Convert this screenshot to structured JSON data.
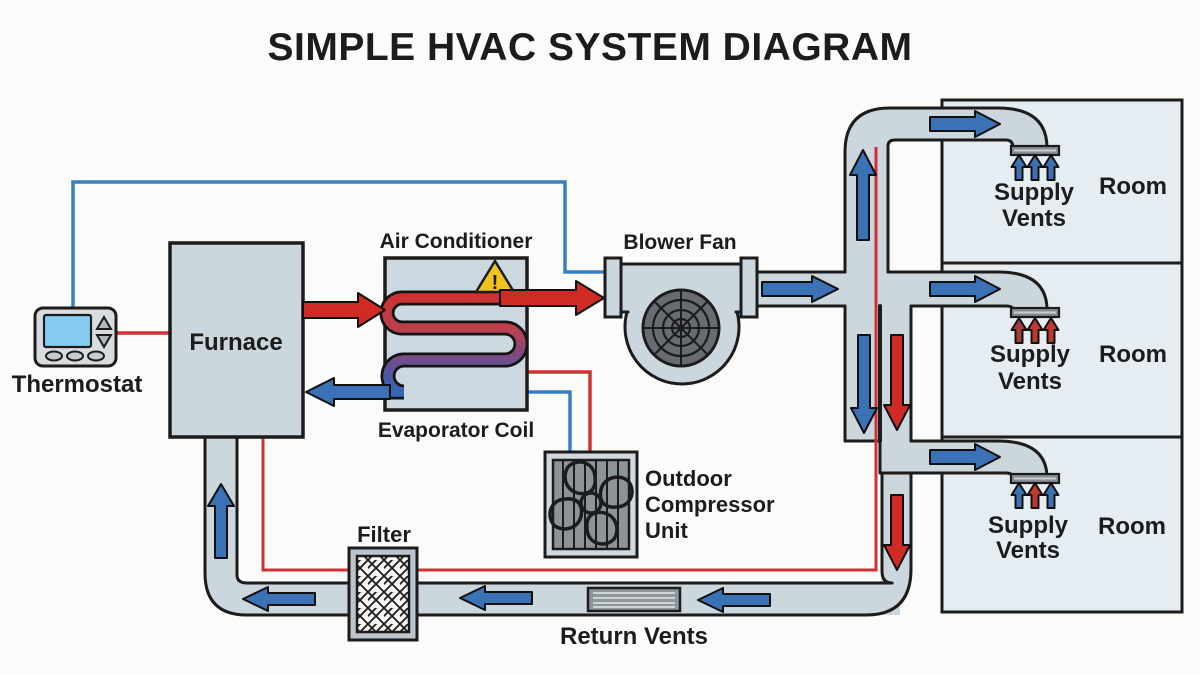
{
  "title": "SIMPLE HVAC SYSTEM DIAGRAM",
  "labels": {
    "thermostat": "Thermostat",
    "furnace": "Furnace",
    "air_conditioner": "Air Conditioner",
    "evaporator_coil": "Evaporator Coil",
    "blower_fan": "Blower Fan",
    "compressor_line1": "Outdoor",
    "compressor_line2": "Compressor",
    "compressor_line3": "Unit",
    "filter": "Filter",
    "return_vents": "Return Vents",
    "supply_vents_line1": "Supply",
    "supply_vents_line2": "Vents",
    "room": "Room",
    "warning_glyph": "!"
  },
  "colors": {
    "duct": "#ccd6dd",
    "room_fill": "#e6edf2",
    "cool_air_arrow": "#3a72b5",
    "hot_air_arrow": "#cf2b24",
    "refrigerant_hot_line": "#cc3333",
    "refrigerant_cold_line": "#3a7fc1",
    "warning_icon": "#f2c21f",
    "thermostat_screen": "#85cdf0"
  }
}
